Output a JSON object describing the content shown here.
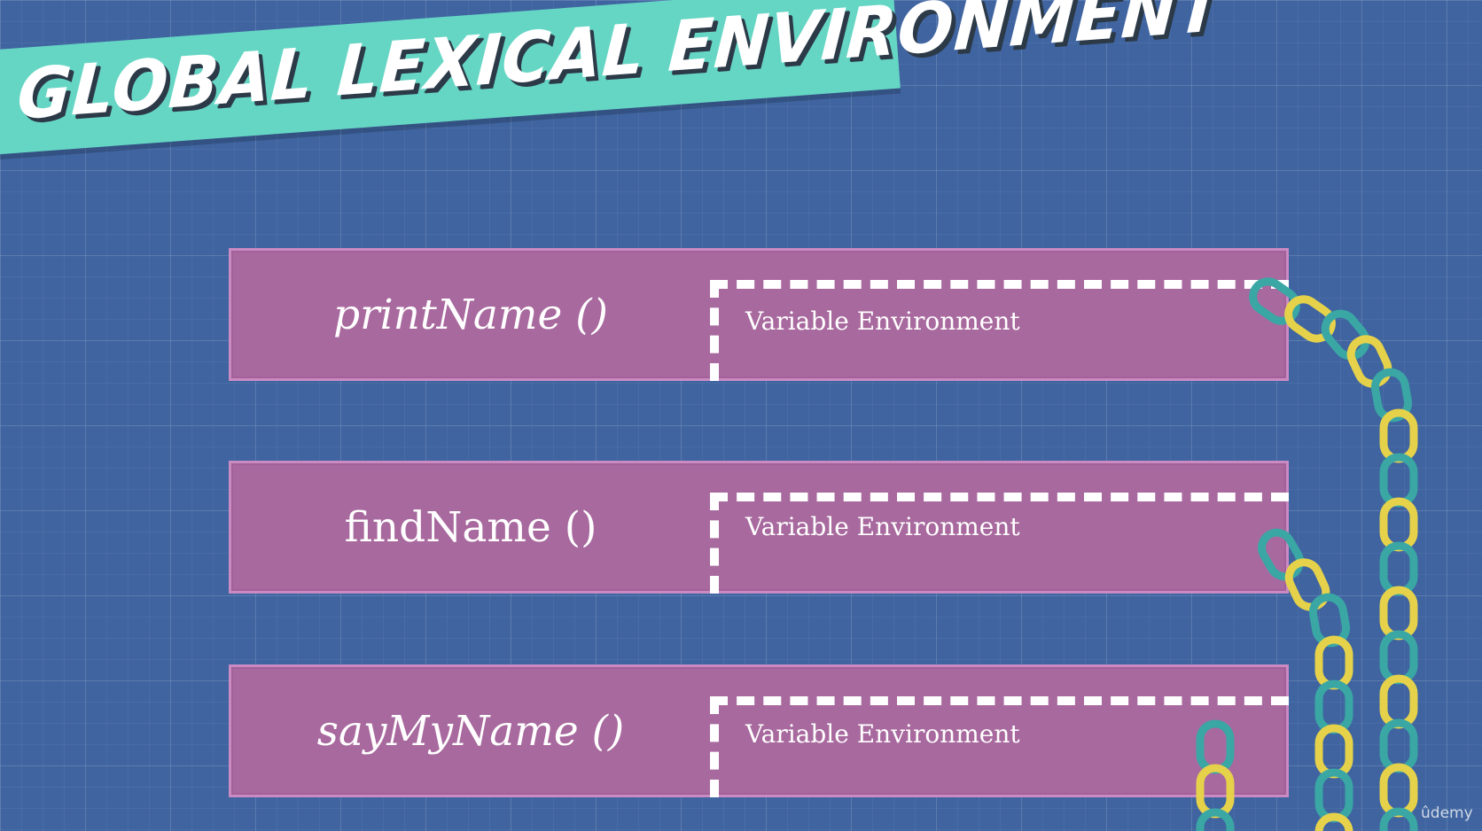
{
  "title": "GLOBAL LEXICAL ENVIRONMENT",
  "functions": [
    {
      "name": "printName ()",
      "variable_environment_label": "Variable Environment"
    },
    {
      "name": "findName ()",
      "variable_environment_label": "Variable Environment"
    },
    {
      "name": "sayMyName ()",
      "variable_environment_label": "Variable Environment"
    }
  ],
  "colors": {
    "background": "#3f64a0",
    "banner": "#66d6c4",
    "function_box": "#a8699e",
    "chain_teal": "#3aa7a4",
    "chain_yellow": "#e6d24a"
  },
  "icons": [
    "chain-link-icon"
  ],
  "watermark": "ûdemy"
}
